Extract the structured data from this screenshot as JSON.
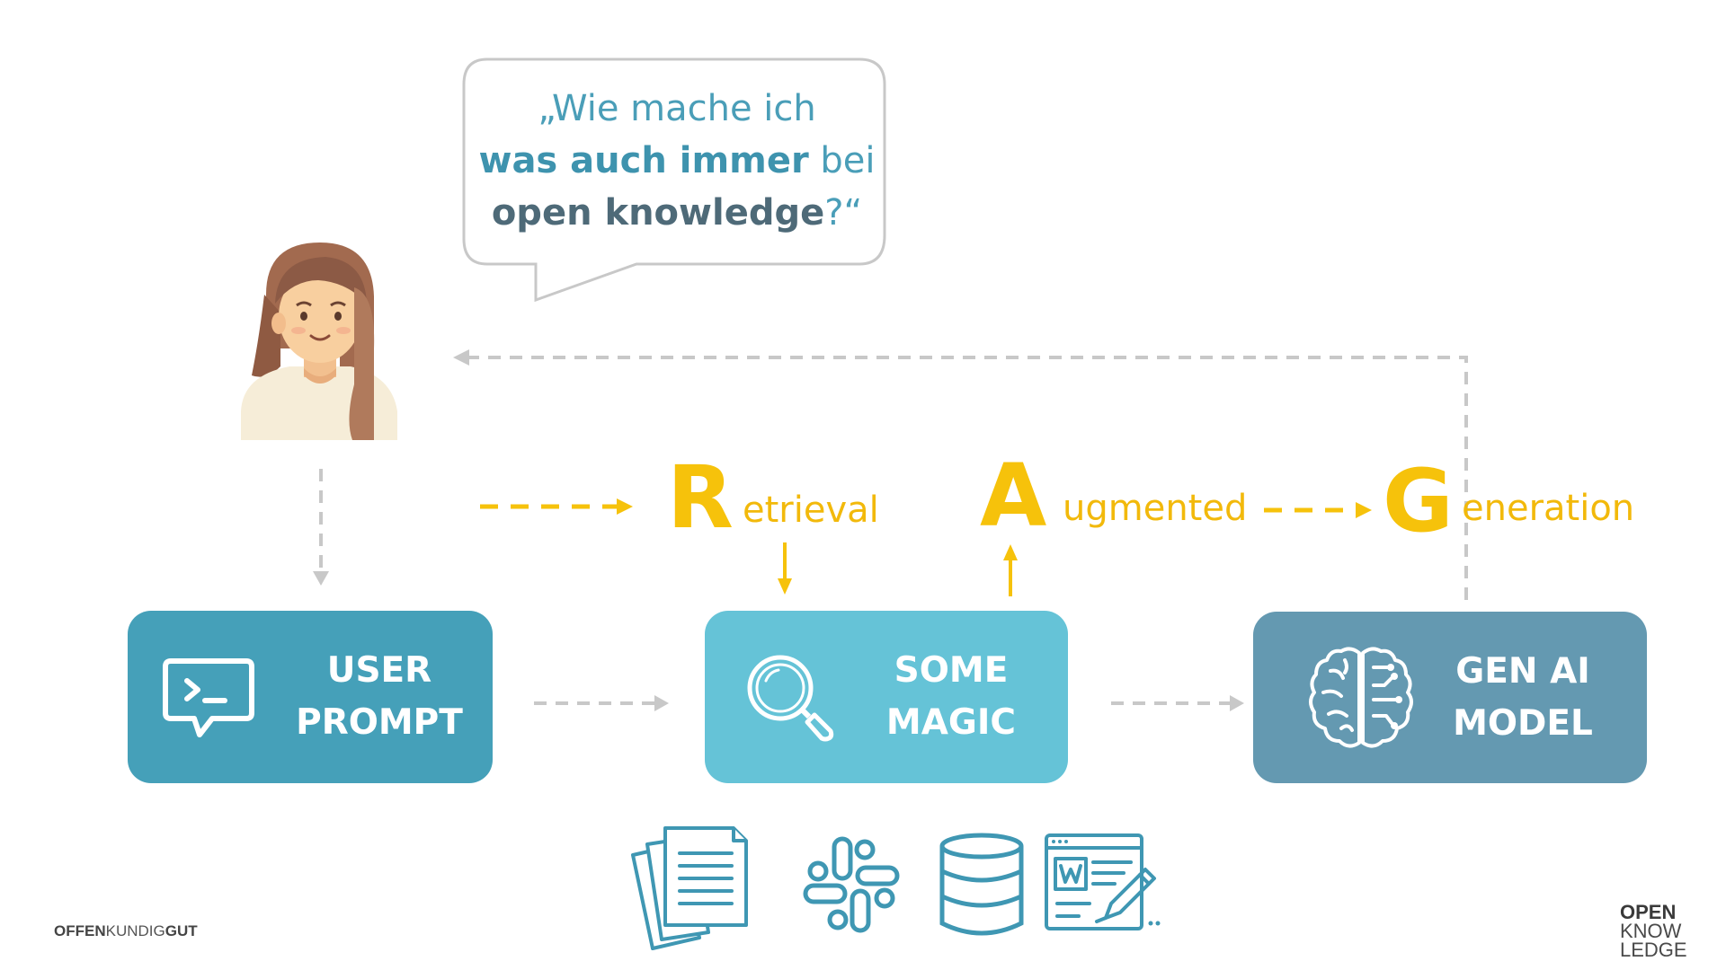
{
  "bubble": {
    "line1": "„Wie mache ich",
    "bold_part": "was auch immer",
    "after_bold": " bei",
    "bold_part2": "open knowledge",
    "ending": "?“"
  },
  "rag": {
    "r_letter": "R",
    "r_rest": "etrieval",
    "a_letter": "A",
    "a_rest": "ugmented",
    "g_letter": "G",
    "g_rest": "eneration"
  },
  "boxes": {
    "user_line1": "USER",
    "user_line2": "PROMPT",
    "magic_line1": "SOME",
    "magic_line2": "MAGIC",
    "gen_line1": "GEN AI",
    "gen_line2": "MODEL"
  },
  "footer": {
    "left_part1": "OFFEN",
    "left_part2": "KUNDIG",
    "left_part3": "GUT",
    "logo_line1": "OPEN",
    "logo_line2": "KNOW",
    "logo_line3": "LEDGE"
  },
  "colors": {
    "rag_yellow": "#f6c20b",
    "box_user": "#45a0b9",
    "box_magic": "#65c3d7",
    "box_gen": "#6499b1",
    "dash_gray": "#c4c4c4",
    "icon_teal": "#3f97b3"
  },
  "icons": {
    "user_prompt": "terminal-chat-icon",
    "magic": "magnifier-icon",
    "gen_ai": "brain-circuit-icon",
    "sources": [
      "documents-icon",
      "slack-icon",
      "database-icon",
      "word-document-icon"
    ],
    "person": "woman-avatar-icon"
  }
}
